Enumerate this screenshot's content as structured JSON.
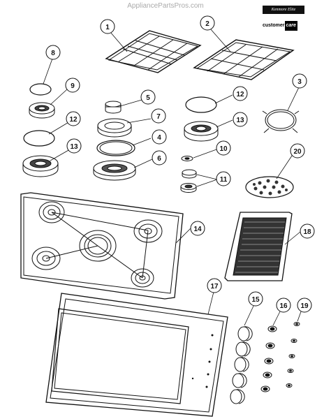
{
  "site": {
    "watermark": "AppliancePartsPros.com"
  },
  "brand": {
    "logo_text": "Kenmore Elite",
    "customer": "customer",
    "care": "care"
  },
  "callouts": [
    "1",
    "2",
    "3",
    "4",
    "5",
    "6",
    "7",
    "8",
    "9",
    "10",
    "11",
    "12",
    "12",
    "13",
    "13",
    "14",
    "15",
    "16",
    "17",
    "18",
    "19",
    "20"
  ]
}
